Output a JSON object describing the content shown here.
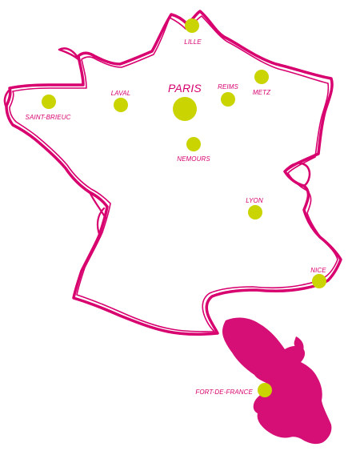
{
  "colors": {
    "outline": "#d8006f",
    "island": "#d60f76",
    "dot": "#cad400",
    "label": "#d8006f"
  },
  "map": {
    "regions": [
      {
        "name": "France métropolitaine"
      },
      {
        "name": "Martinique"
      }
    ]
  },
  "cities": [
    {
      "name": "LILLE",
      "size": "small"
    },
    {
      "name": "PARIS",
      "size": "large"
    },
    {
      "name": "REIMS",
      "size": "small"
    },
    {
      "name": "METZ",
      "size": "small"
    },
    {
      "name": "LAVAL",
      "size": "small"
    },
    {
      "name": "SAINT-BRIEUC",
      "size": "small"
    },
    {
      "name": "NEMOURS",
      "size": "small"
    },
    {
      "name": "LYON",
      "size": "small"
    },
    {
      "name": "NICE",
      "size": "small"
    },
    {
      "name": "FORT-DE-FRANCE",
      "size": "small"
    }
  ]
}
